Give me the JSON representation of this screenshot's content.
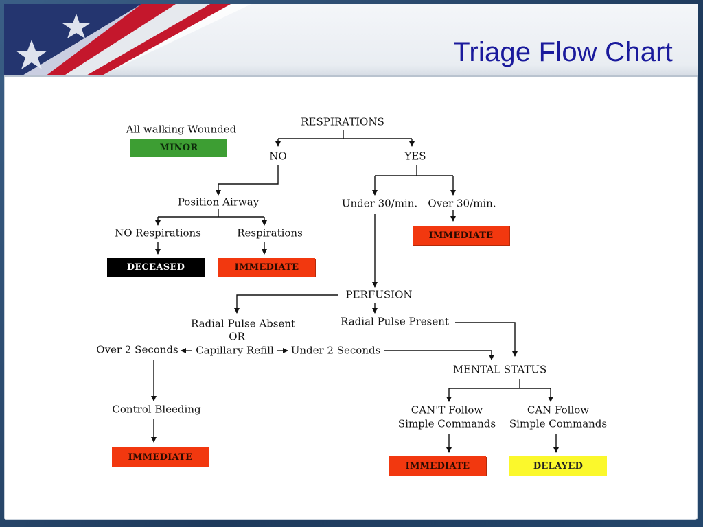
{
  "header": {
    "title": "Triage Flow Chart"
  },
  "colors": {
    "minor": "#3d9e33",
    "immediate": "#f2380f",
    "deceased": "#000000",
    "delayed": "#fbf82c",
    "title": "#1a1a9c"
  },
  "flow": {
    "walking": "All walking Wounded",
    "minor": "MINOR",
    "respirations": "RESPIRATIONS",
    "no": "NO",
    "yes": "YES",
    "position_airway": "Position Airway",
    "no_respirations": "NO Respirations",
    "respirations_branch": "Respirations",
    "deceased": "DECEASED",
    "immediate": "IMMEDIATE",
    "under_30": "Under 30/min.",
    "over_30": "Over 30/min.",
    "perfusion": "PERFUSION",
    "radial_absent": "Radial Pulse Absent",
    "or": "OR",
    "radial_present": "Radial Pulse Present",
    "over_2": "Over 2 Seconds",
    "capillary_refill": "Capillary Refill",
    "under_2": "Under 2 Seconds",
    "mental_status": "MENTAL STATUS",
    "cant_follow_1": "CAN'T Follow",
    "cant_follow_2": "Simple Commands",
    "can_follow_1": "CAN Follow",
    "can_follow_2": "Simple Commands",
    "control_bleeding": "Control Bleeding",
    "delayed": "DELAYED"
  }
}
